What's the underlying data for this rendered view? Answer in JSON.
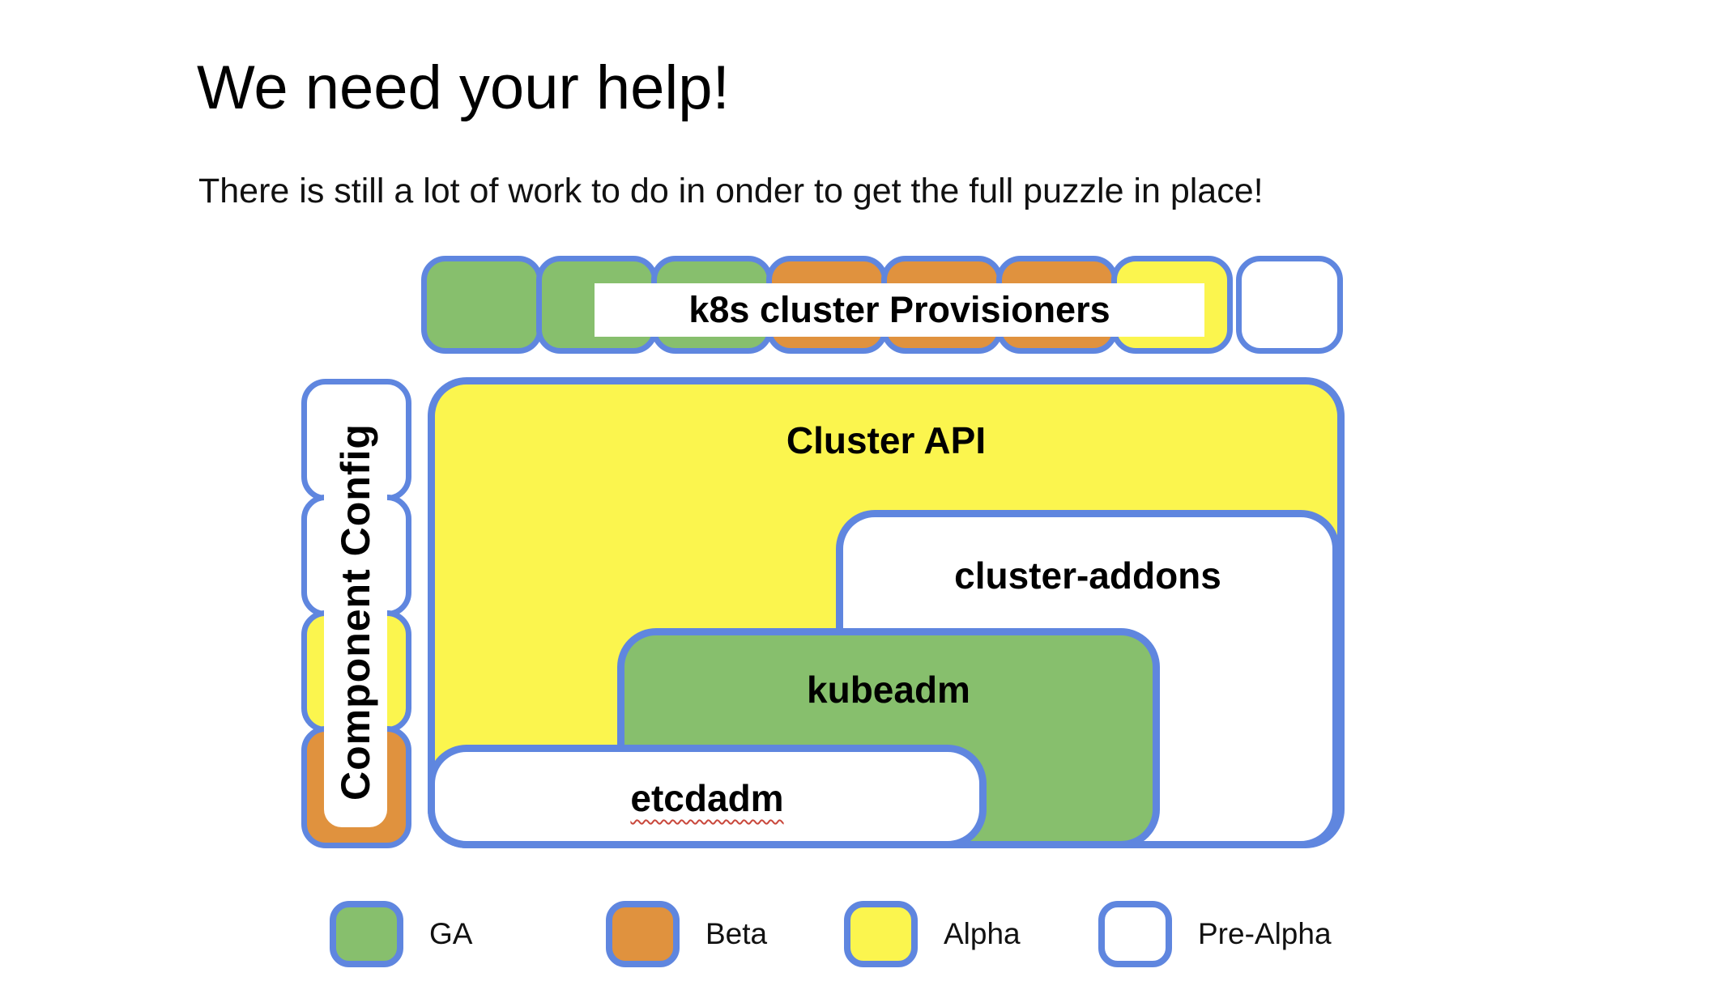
{
  "title": "We need your help!",
  "subtitle": "There is still a lot of work to do in onder to get the full puzzle in place!",
  "colors": {
    "ga": "#87BF6D",
    "beta": "#E0923E",
    "alpha": "#FBF54E",
    "prealpha": "#FFFFFF",
    "border": "#5F86DF"
  },
  "provisioners": {
    "label": "k8s cluster Provisioners",
    "pieces": [
      "ga",
      "ga",
      "ga",
      "beta",
      "beta",
      "beta",
      "alpha",
      "prealpha"
    ]
  },
  "component_config": {
    "label": "Component Config",
    "pieces": [
      "prealpha",
      "prealpha",
      "alpha",
      "beta"
    ]
  },
  "boxes": {
    "cluster_api": {
      "label": "Cluster API",
      "status": "alpha"
    },
    "cluster_addons": {
      "label": "cluster-addons",
      "status": "prealpha"
    },
    "kubeadm": {
      "label": "kubeadm",
      "status": "ga"
    },
    "etcdadm": {
      "label": "etcdadm",
      "status": "prealpha",
      "spellcheck_underline": true
    }
  },
  "legend": [
    {
      "label": "GA",
      "status": "ga"
    },
    {
      "label": "Beta",
      "status": "beta"
    },
    {
      "label": "Alpha",
      "status": "alpha"
    },
    {
      "label": "Pre-Alpha",
      "status": "prealpha"
    }
  ]
}
